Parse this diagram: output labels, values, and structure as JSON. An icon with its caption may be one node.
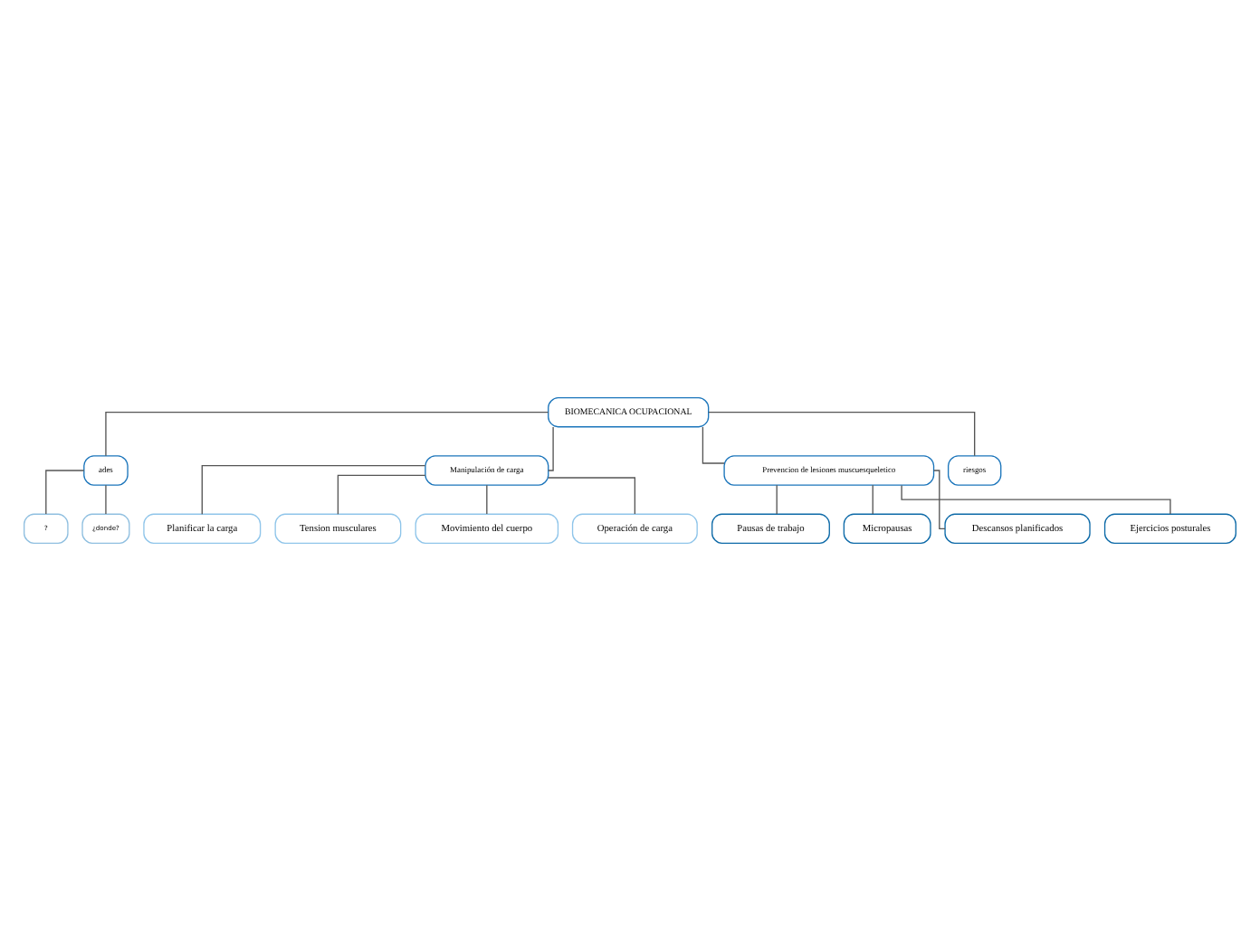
{
  "diagram": {
    "nodes": [
      {
        "text": [
          "BIOMECANICA OCUPACIONAL"
        ]
      },
      {
        "text": [
          "ades"
        ]
      },
      {
        "text": [
          "?"
        ]
      },
      {
        "text": [
          "¿donde?"
        ]
      },
      {
        "text": [
          "Manipulación de carga"
        ]
      },
      {
        "text": [
          "Planificar la carga"
        ]
      },
      {
        "text": [
          "Tension musculares"
        ]
      },
      {
        "text": [
          "Movimiento del cuerpo"
        ]
      },
      {
        "text": [
          "Operación de carga"
        ]
      },
      {
        "text": [
          "Prevencion de lesiones muscuesqueletico"
        ]
      },
      {
        "text": [
          "Pausas de trabajo"
        ]
      },
      {
        "text": [
          "Micropausas"
        ]
      },
      {
        "text": [
          "Descansos planificados"
        ]
      },
      {
        "text": [
          "Ejercicios posturales"
        ]
      },
      {
        "text": [
          "riesgos"
        ]
      }
    ],
    "edges": [
      {
        "from": 0,
        "to": 1,
        "arrow": "none"
      },
      {
        "from": 0,
        "to": 4,
        "arrow": "none"
      },
      {
        "from": 0,
        "to": 9,
        "arrow": "none"
      },
      {
        "from": 0,
        "to": 14,
        "arrow": "none"
      },
      {
        "from": 1,
        "to": 2,
        "arrow": "none"
      },
      {
        "from": 1,
        "to": 3,
        "arrow": "none"
      },
      {
        "from": 4,
        "to": 5,
        "arrow": "none"
      },
      {
        "from": 4,
        "to": 6,
        "arrow": "none"
      },
      {
        "from": 4,
        "to": 7,
        "arrow": "none"
      },
      {
        "from": 4,
        "to": 8,
        "arrow": "none"
      },
      {
        "from": 9,
        "to": 10,
        "arrow": "none"
      },
      {
        "from": 9,
        "to": 11,
        "arrow": "none"
      },
      {
        "from": 9,
        "to": 12,
        "arrow": "none"
      },
      {
        "from": 9,
        "to": 13,
        "arrow": "none"
      }
    ]
  }
}
